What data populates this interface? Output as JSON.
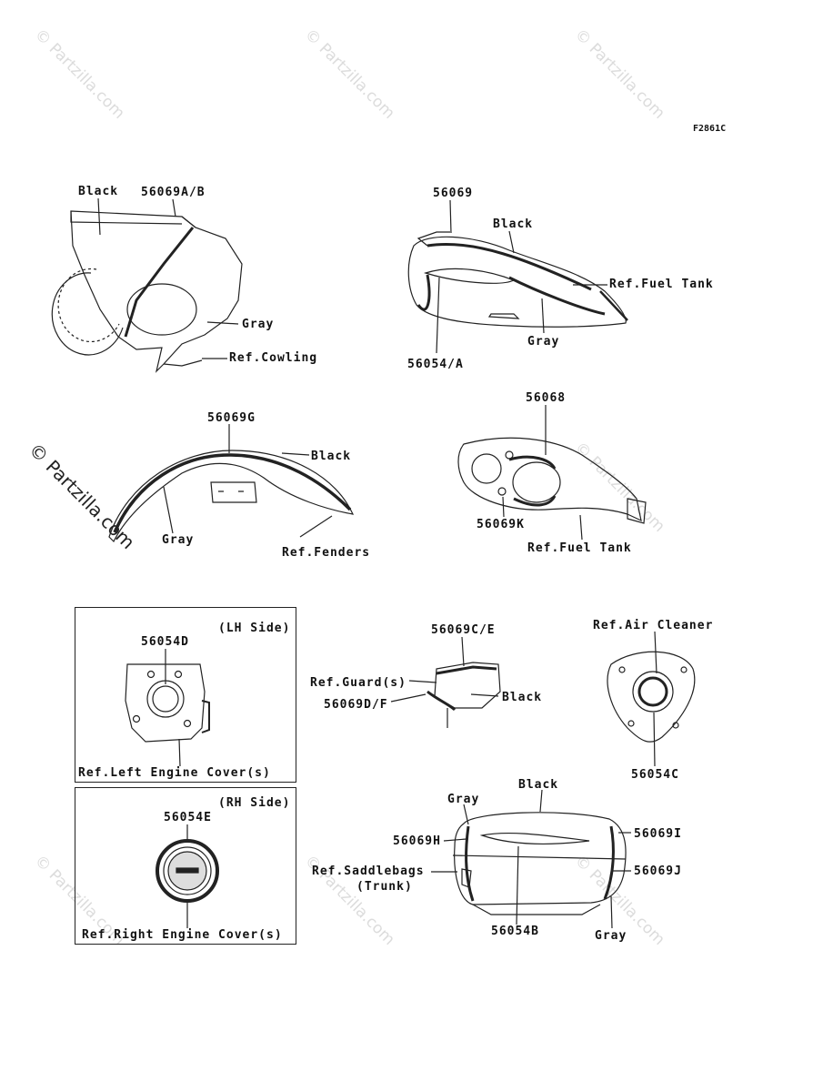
{
  "figure_code": "F2861C",
  "watermark": "© Partzilla.com",
  "labels": {
    "cowl_black": "Black",
    "cowl_part": "56069A/B",
    "cowl_gray": "Gray",
    "cowl_ref": "Ref.Cowling",
    "tank_part": "56069",
    "tank_black": "Black",
    "tank_ref": "Ref.Fuel Tank",
    "tank_gray": "Gray",
    "tank_emblem": "56054/A",
    "fender_part": "56069G",
    "fender_black": "Black",
    "fender_gray": "Gray",
    "fender_ref": "Ref.Fenders",
    "tanktop_part": "56068",
    "tanktop_part2": "56069K",
    "tanktop_ref": "Ref.Fuel Tank",
    "lh_side": "(LH Side)",
    "lh_part": "56054D",
    "lh_ref": "Ref.Left Engine Cover(s)",
    "rh_side": "(RH Side)",
    "rh_part": "56054E",
    "rh_ref": "Ref.Right Engine Cover(s)",
    "guard_part": "56069C/E",
    "guard_ref": "Ref.Guard(s)",
    "guard_part2": "56069D/F",
    "guard_black": "Black",
    "air_ref": "Ref.Air Cleaner",
    "air_part": "56054C",
    "trunk_black": "Black",
    "trunk_gray_top": "Gray",
    "trunk_left": "56069H",
    "trunk_right_top": "56069I",
    "trunk_ref": "Ref.Saddlebags",
    "trunk_ref2": "(Trunk)",
    "trunk_right_bot": "56069J",
    "trunk_emblem": "56054B",
    "trunk_gray_bot": "Gray"
  }
}
